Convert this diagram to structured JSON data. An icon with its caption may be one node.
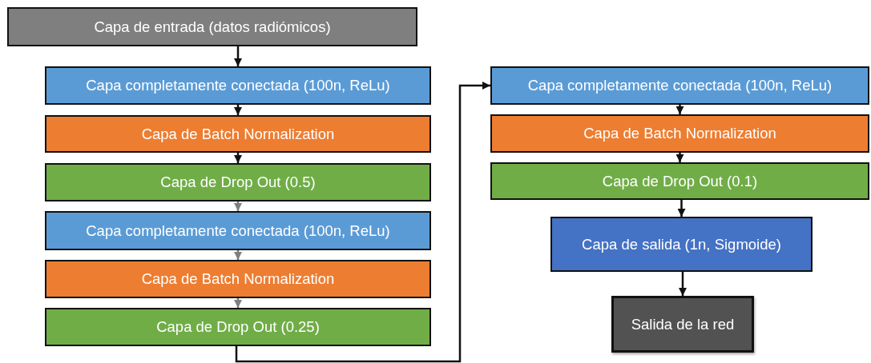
{
  "diagram": {
    "nodes": [
      {
        "text": [
          "Capa de entrada (datos radiómicos)"
        ]
      },
      {
        "text": [
          "Capa completamente conectada (100n, ReLu)"
        ]
      },
      {
        "text": [
          "Capa de Batch Normalization"
        ]
      },
      {
        "text": [
          "Capa de Drop Out (0.5)"
        ]
      },
      {
        "text": [
          "Capa completamente conectada (100n, ReLu)"
        ]
      },
      {
        "text": [
          "Capa de Batch Normalization"
        ]
      },
      {
        "text": [
          "Capa de Drop Out (0.25)"
        ]
      },
      {
        "text": [
          "Capa completamente conectada (100n, ReLu)"
        ]
      },
      {
        "text": [
          "Capa de Batch Normalization"
        ]
      },
      {
        "text": [
          "Capa de Drop Out (0.1)"
        ]
      },
      {
        "text": [
          "Capa de salida (1n, Sigmoide)"
        ]
      },
      {
        "text": [
          "Salida de la red"
        ]
      }
    ],
    "edges": [
      {
        "from": 0,
        "to": 1,
        "arrow": "to"
      },
      {
        "from": 1,
        "to": 2,
        "arrow": "to"
      },
      {
        "from": 2,
        "to": 3,
        "arrow": "to"
      },
      {
        "from": 3,
        "to": 4,
        "arrow": "to",
        "color": "#7f7f7f"
      },
      {
        "from": 4,
        "to": 5,
        "arrow": "to",
        "color": "#7f7f7f"
      },
      {
        "from": 5,
        "to": 6,
        "arrow": "to",
        "color": "#7f7f7f"
      },
      {
        "from": 6,
        "to": 7,
        "arrow": "to"
      },
      {
        "from": 7,
        "to": 8,
        "arrow": "to"
      },
      {
        "from": 8,
        "to": 9,
        "arrow": "to"
      },
      {
        "from": 9,
        "to": 10,
        "arrow": "to"
      },
      {
        "from": 10,
        "to": 11,
        "arrow": "to"
      }
    ]
  }
}
